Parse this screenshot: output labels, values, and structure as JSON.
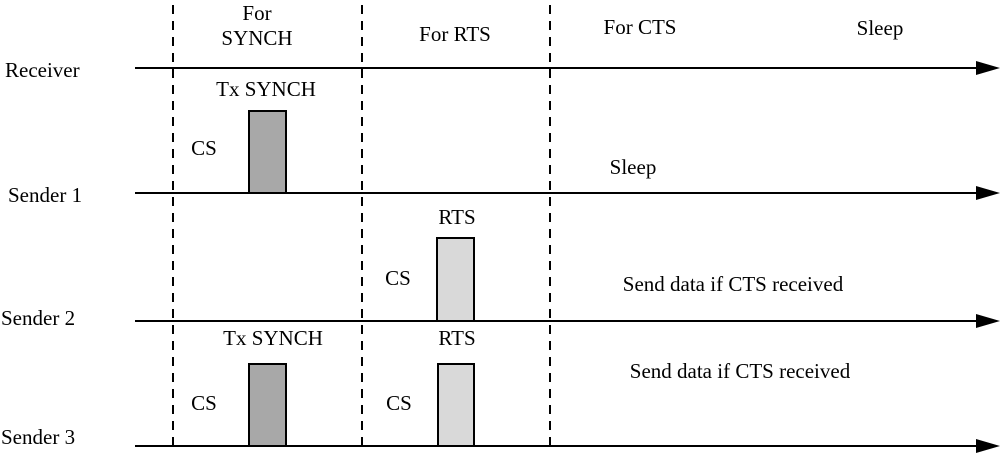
{
  "diagram": {
    "phases": [
      {
        "label": "For\nSYNCH"
      },
      {
        "label": "For RTS"
      },
      {
        "label": "For CTS"
      },
      {
        "label": "Sleep"
      }
    ],
    "rows": [
      {
        "name": "Receiver"
      },
      {
        "name": "Sender 1"
      },
      {
        "name": "Sender 2"
      },
      {
        "name": "Sender 3"
      }
    ],
    "annotations": {
      "sender1_tx_synch": "Tx SYNCH",
      "sender1_cs": "CS",
      "sender1_sleep": "Sleep",
      "sender2_rts": "RTS",
      "sender2_cs": "CS",
      "sender2_send": "Send data if CTS received",
      "sender3_tx_synch": "Tx SYNCH",
      "sender3_cs_synch": "CS",
      "sender3_rts": "RTS",
      "sender3_cs_rts": "CS",
      "sender3_send": "Send data if CTS received"
    },
    "colors": {
      "synch_pulse": "#a8a8a8",
      "rts_pulse": "#d9d9d9",
      "line": "#000000",
      "background": "#ffffff"
    }
  }
}
